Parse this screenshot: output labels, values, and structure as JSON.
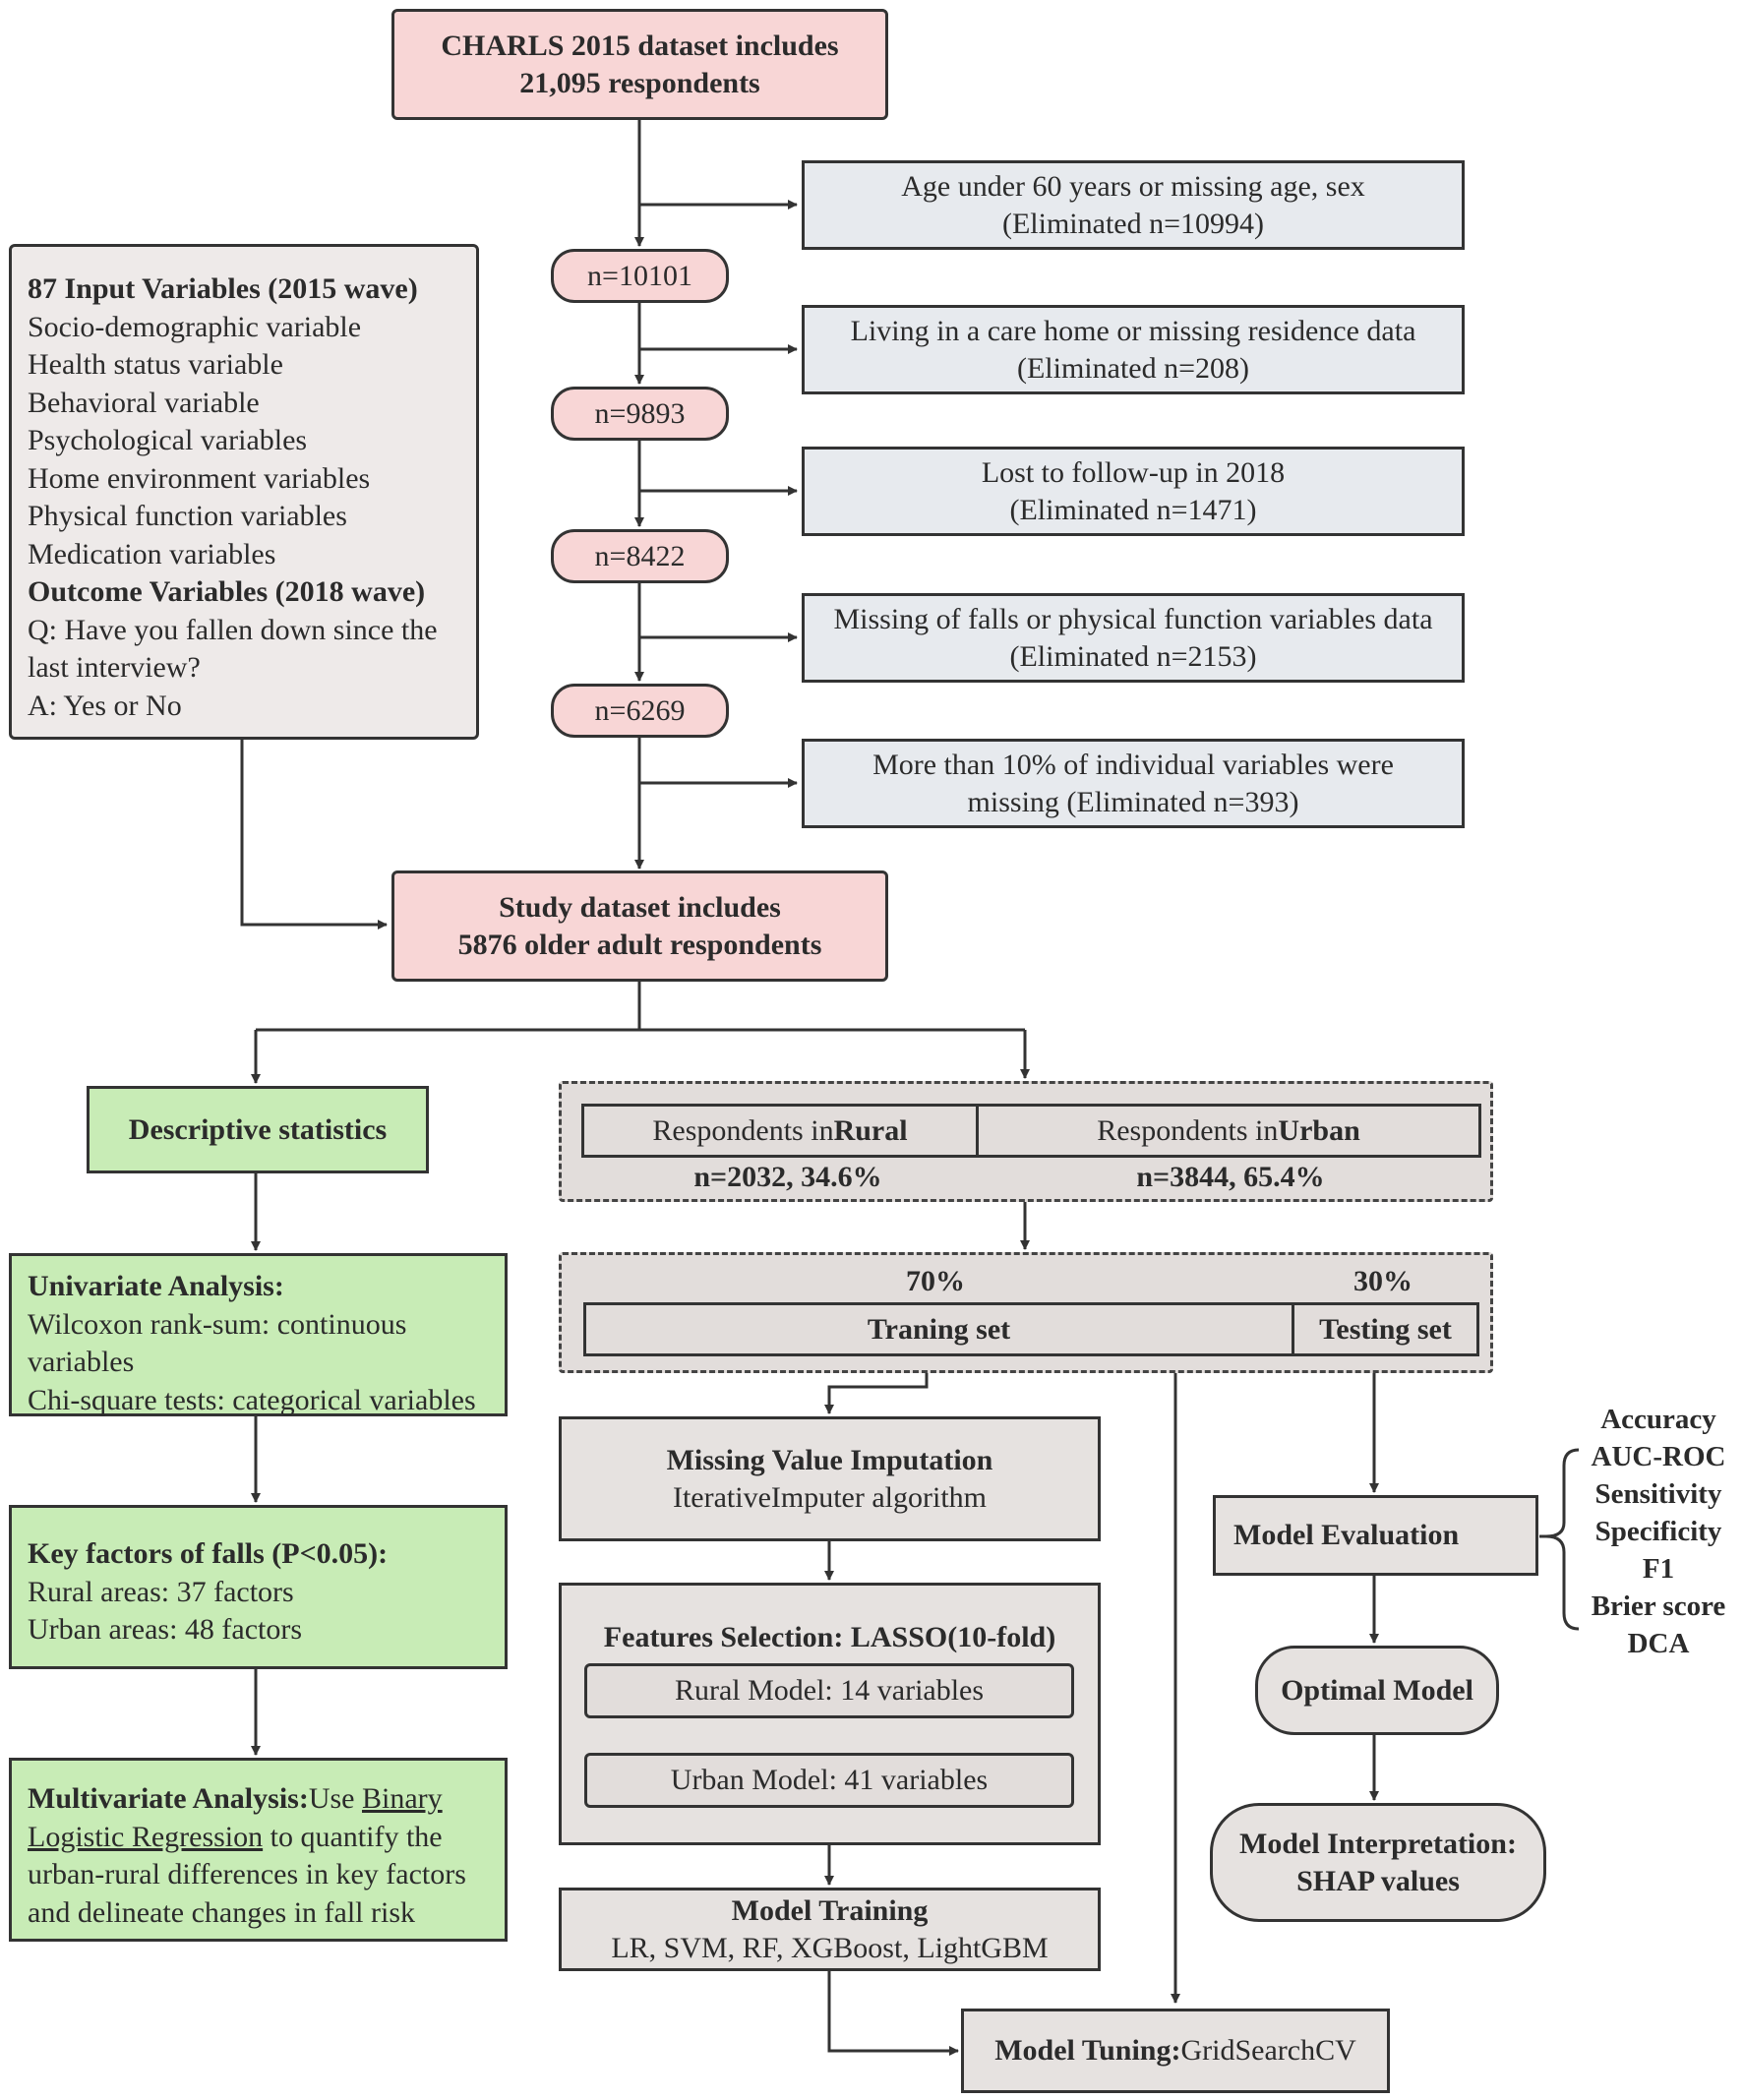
{
  "top": {
    "line1": "CHARLS 2015 dataset includes",
    "line2": "21,095 respondents"
  },
  "exclusions": [
    {
      "line1": "Age under 60 years or missing age, sex",
      "line2": "(Eliminated n=10994)"
    },
    {
      "line1": "Living in a care home or missing residence data",
      "line2": "(Eliminated n=208)"
    },
    {
      "line1": "Lost to follow-up in 2018",
      "line2": "(Eliminated n=1471)"
    },
    {
      "line1": "Missing of falls or physical function variables data",
      "line2": "(Eliminated n=2153)"
    },
    {
      "line1": "More than 10% of individual variables were",
      "line2": "missing (Eliminated n=393)"
    }
  ],
  "counts": [
    "n=10101",
    "n=9893",
    "n=8422",
    "n=6269"
  ],
  "variables": {
    "heading": "87 Input Variables (2015 wave)",
    "items": [
      "Socio-demographic variable",
      "Health status variable",
      "Behavioral variable",
      "Psychological variables",
      "Home environment variables",
      "Physical function variables",
      "Medication variables"
    ],
    "outcome_heading": "Outcome Variables (2018 wave)",
    "question": "Q: Have you fallen down since the",
    "question2": "last interview?",
    "answer": "A: Yes or  No"
  },
  "study": {
    "line1": "Study dataset includes",
    "line2": "5876 older adult respondents"
  },
  "descriptive": "Descriptive statistics",
  "univariate": {
    "heading": "Univariate Analysis:",
    "line1": "Wilcoxon rank-sum: continuous",
    "line2": "variables",
    "line3": "Chi-square tests: categorical variables"
  },
  "key_factors": {
    "heading": "Key factors of falls (P<0.05):",
    "rural": "Rural areas: 37 factors",
    "urban": "Urban areas: 48 factors"
  },
  "multivariate": {
    "heading": "Multivariate Analysis:",
    "use": "Use ",
    "binary": "Binary ",
    "logistic": "Logistic Regression",
    "rest1": " to quantify the",
    "line3": "urban-rural differences in key factors",
    "line4": "and delineate changes in fall risk"
  },
  "split": {
    "rural_prefix": "Respondents in ",
    "rural_bold": "Rural",
    "urban_prefix": "Respondents in ",
    "urban_bold": "Urban",
    "rural_n": "n=2032, 34.6%",
    "urban_n": "n=3844, 65.4%"
  },
  "train_test": {
    "train_pct": "70%",
    "test_pct": "30%",
    "train": "Traning set",
    "test": "Testing set"
  },
  "imputation": {
    "title": "Missing Value Imputation",
    "method": "IterativeImputer algorithm"
  },
  "features": {
    "title": "Features Selection: LASSO(10-fold)",
    "rural": "Rural Model: 14 variables",
    "urban": "Urban Model: 41 variables"
  },
  "training": {
    "title": "Model Training",
    "models": "LR, SVM, RF, XGBoost, LightGBM"
  },
  "tuning": {
    "label": "Model Tuning: ",
    "method": "GridSearchCV"
  },
  "evaluation": "Model  Evaluation",
  "metrics": [
    "Accuracy",
    "AUC-ROC",
    "Sensitivity",
    "Specificity",
    "F1",
    "Brier score",
    "DCA"
  ],
  "optimal": "Optimal Model",
  "interpretation": {
    "line1": "Model Interpretation:",
    "line2": "SHAP values"
  }
}
